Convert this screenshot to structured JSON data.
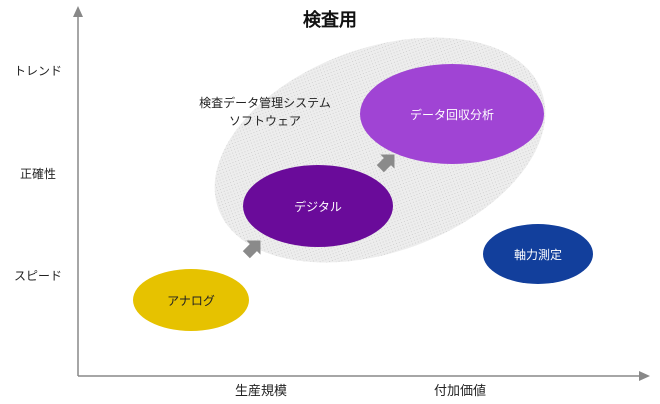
{
  "title": "検査用",
  "y_axis_labels": [
    "トレンド",
    "正確性",
    "スピード"
  ],
  "x_axis_labels": [
    "生産規模",
    "付加価値"
  ],
  "region": {
    "label_line1": "検査データ管理システム",
    "label_line2": "ソフトウェア"
  },
  "bubbles": [
    {
      "label": "アナログ",
      "color": "#e6c200"
    },
    {
      "label": "デジタル",
      "color": "#6a0b9a"
    },
    {
      "label": "データ回収分析",
      "color": "#a044d4"
    },
    {
      "label": "軸力測定",
      "color": "#123f9c"
    }
  ],
  "colors": {
    "axis": "#888888",
    "region_fill": "#e6e6e6",
    "arrow": "#8a8a8a"
  }
}
